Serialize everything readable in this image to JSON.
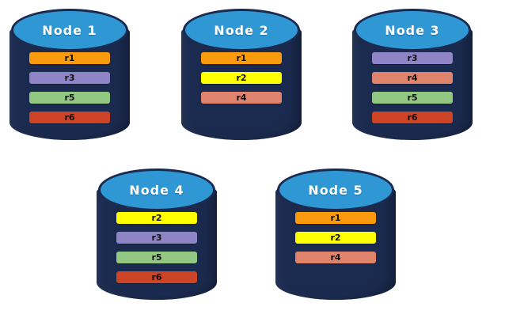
{
  "diagram": {
    "title": "replica-placement-across-nodes",
    "background_color": "#ffffff",
    "cylinder_body_color": "#1b2b4f",
    "cylinder_top_color": "#2e97d4",
    "node_title_color": "#ffffff",
    "replica_label_color": "#111111"
  },
  "replica_colors": {
    "r1": "#f99b0c",
    "r2": "#ffff00",
    "r3": "#8f85c6",
    "r4": "#e0836d",
    "r5": "#93c882",
    "r6": "#cc4326"
  },
  "nodes": [
    {
      "id": "node-1",
      "label": "Node  1",
      "replicas": [
        {
          "label": "r1",
          "color": "#f99b0c"
        },
        {
          "label": "r3",
          "color": "#8f85c6"
        },
        {
          "label": "r5",
          "color": "#93c882"
        },
        {
          "label": "r6",
          "color": "#cc4326"
        }
      ]
    },
    {
      "id": "node-2",
      "label": "Node  2",
      "replicas": [
        {
          "label": "r1",
          "color": "#f99b0c"
        },
        {
          "label": "r2",
          "color": "#ffff00"
        },
        {
          "label": "r4",
          "color": "#e0836d"
        }
      ]
    },
    {
      "id": "node-3",
      "label": "Node  3",
      "replicas": [
        {
          "label": "r3",
          "color": "#8f85c6"
        },
        {
          "label": "r4",
          "color": "#e0836d"
        },
        {
          "label": "r5",
          "color": "#93c882"
        },
        {
          "label": "r6",
          "color": "#cc4326"
        }
      ]
    },
    {
      "id": "node-4",
      "label": "Node  4",
      "replicas": [
        {
          "label": "r2",
          "color": "#ffff00"
        },
        {
          "label": "r3",
          "color": "#8f85c6"
        },
        {
          "label": "r5",
          "color": "#93c882"
        },
        {
          "label": "r6",
          "color": "#cc4326"
        }
      ]
    },
    {
      "id": "node-5",
      "label": "Node  5",
      "replicas": [
        {
          "label": "r1",
          "color": "#f99b0c"
        },
        {
          "label": "r2",
          "color": "#ffff00"
        },
        {
          "label": "r4",
          "color": "#e0836d"
        }
      ]
    }
  ]
}
